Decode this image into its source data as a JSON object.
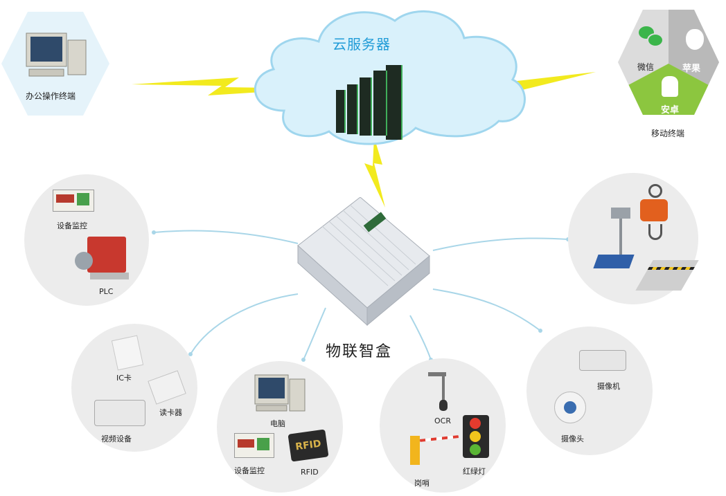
{
  "cloud": {
    "title": "云服务器"
  },
  "center": {
    "title": "物联智盒"
  },
  "office": {
    "label": "办公操作终端"
  },
  "mobile": {
    "label": "移动终端",
    "wechat": "微信",
    "apple": "苹果",
    "android": "安卓"
  },
  "groups": {
    "control": {
      "items": [
        "设备监控",
        "PLC"
      ]
    },
    "access": {
      "items": [
        "IC卡",
        "读卡器",
        "视频设备"
      ]
    },
    "computer": {
      "items": [
        "电脑",
        "设备监控",
        "RFID"
      ]
    },
    "traffic": {
      "items": [
        "OCR",
        "岗哨",
        "红绿灯"
      ]
    },
    "camera": {
      "items": [
        "摄像机",
        "摄像头"
      ]
    }
  },
  "colors": {
    "cloud": "#d9f1fb",
    "cloud_stroke": "#9fd6ee",
    "lightning": "#f2ea1e",
    "circle": "#ececec",
    "connector": "#a9d6e8",
    "hex": "#e5f3fa",
    "wechat": "#dcdcdc",
    "apple": "#b9b9b9",
    "android": "#8cc63f",
    "title_blue": "#1f9bd7"
  }
}
